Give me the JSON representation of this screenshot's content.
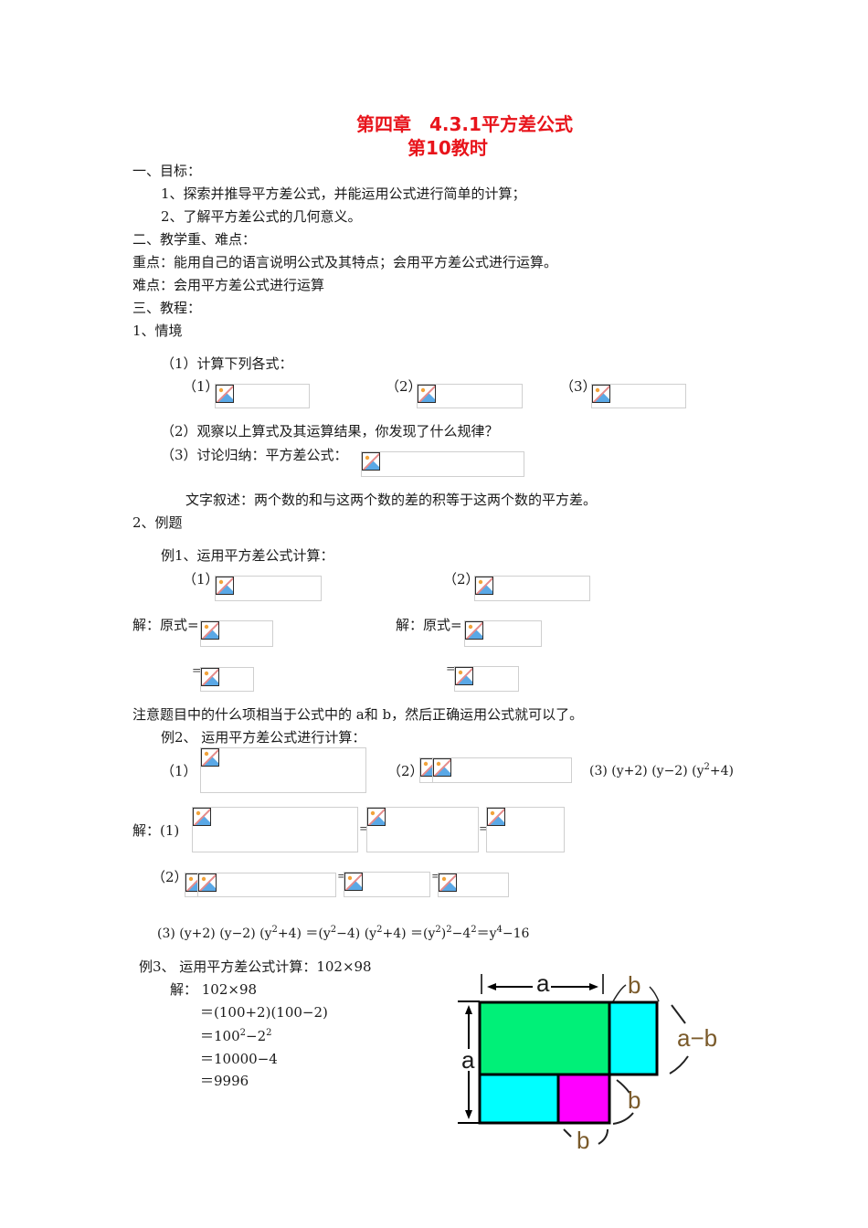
{
  "header": {
    "title_line1": "第四章　4.3.1平方差公式",
    "title_line2": "第10教时"
  },
  "sections": {
    "s1_heading": "一、目标：",
    "s1_item1": "1、探索并推导平方差公式，并能运用公式进行简单的计算；",
    "s1_item2": "2、了解平方差公式的几何意义。",
    "s2_heading": "二、教学重、难点：",
    "s2_key": "重点：能用自己的语言说明公式及其特点；会用平方差公式进行运算。",
    "s2_difficult": "难点：会用平方差公式进行运算",
    "s3_heading": "三、教程：",
    "s3_sub1": "1、情境"
  },
  "situation": {
    "q1": "（1）计算下列各式：",
    "labels": [
      "（1）",
      "（2）",
      "（3）"
    ],
    "q2": "（2）观察以上算式及其运算结果，你发现了什么规律？",
    "q3": "（3）讨论归纳：平方差公式：",
    "verbal": "文字叙述：两个数的和与这两个数的差的积等于这两个数的平方差。"
  },
  "examples": {
    "heading": "2、例题",
    "ex1_title": "例1、运用平方差公式计算：",
    "ex1_labels": [
      "（1）",
      "（2）"
    ],
    "ex1_solution_label": "解：原式=",
    "eq_sign": "=",
    "note": "注意题目中的什么项相当于公式中的 a和 b，然后正确运用公式就可以了。",
    "ex2_title": "例2、 运用平方差公式进行计算：",
    "ex2_labels": [
      "（1）",
      "（2）"
    ],
    "ex2_item3": "(3) (y+2) (y−2) (y",
    "ex2_item3_sup": "2",
    "ex2_item3_tail": "+4)",
    "ex2_solution_label": "解：(1)",
    "ex2_sol2_label": "（2）",
    "ex2_sol3": {
      "p1": "(3) (y+2) (y−2) (y",
      "s1": "2",
      "p2": "+4) ＝(y",
      "s2": "2",
      "p3": "−4) (y",
      "s3": "2",
      "p4": "+4) ＝(y",
      "s4": "2",
      "p5": ")",
      "s5": "2",
      "p6": "−4",
      "s6": "2",
      "p7": "＝y",
      "s7": "4",
      "p8": "−16"
    },
    "ex3_title": "例3、 运用平方差公式计算：102×98",
    "ex3_steps": {
      "l0": "解：  102×98",
      "l1": "＝(100+2)(100−2)",
      "l2a": "＝100",
      "l2s1": "2",
      "l2b": "−2",
      "l2s2": "2",
      "l3": "＝10000−4",
      "l4": "＝9996"
    }
  },
  "diagram": {
    "label_a_top": "a",
    "label_a_left": "a",
    "label_b_top": "b",
    "label_a_minus_b": "a−b",
    "label_b_right": "b",
    "label_b_bottom": "b",
    "colors": {
      "green": "#00f078",
      "cyan": "#00ffff",
      "magenta": "#ff00ff"
    }
  }
}
